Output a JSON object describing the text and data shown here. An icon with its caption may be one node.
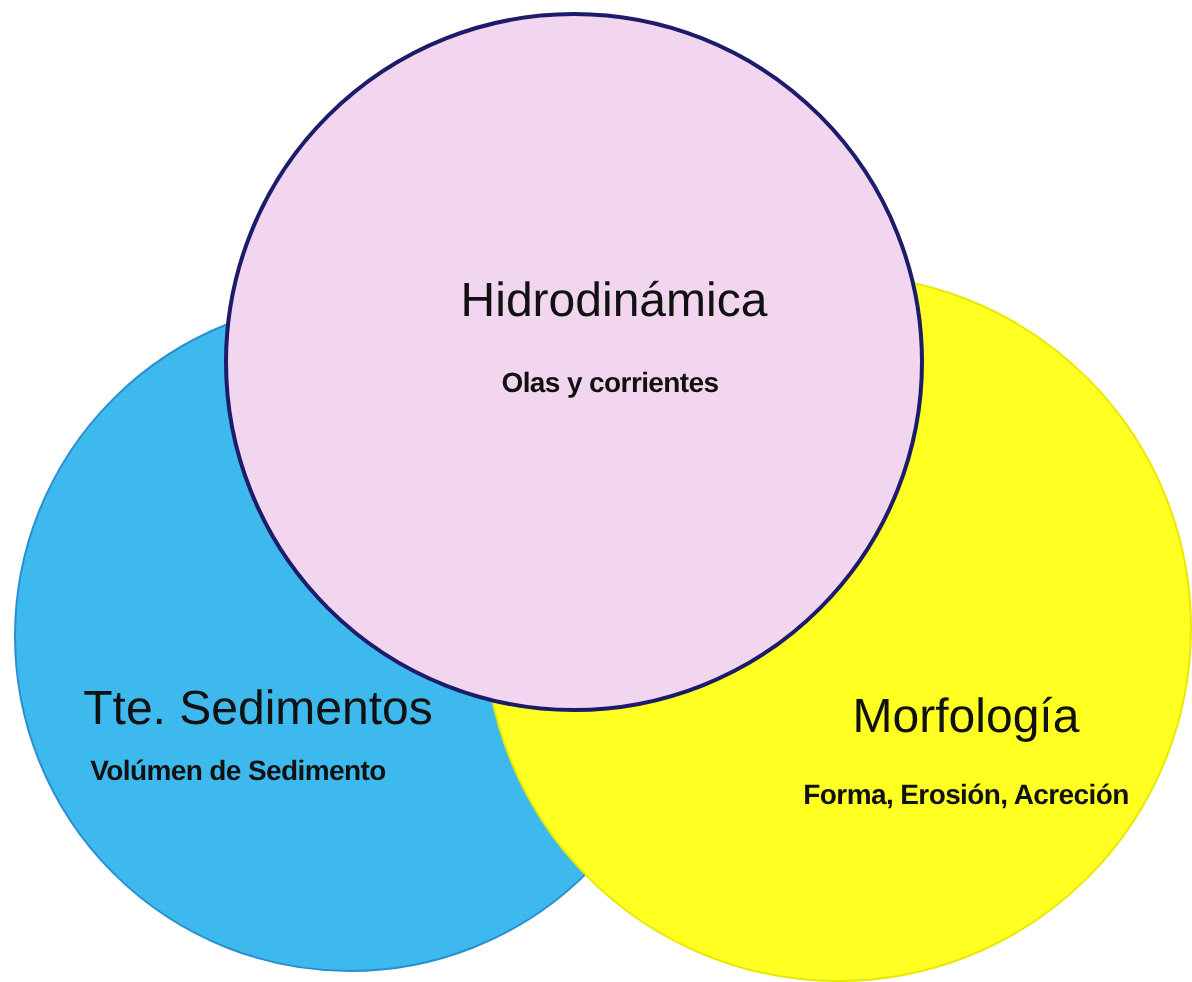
{
  "diagram": {
    "nodes": [
      {
        "text": [
          "Hidrodinámica",
          "Olas y corrientes"
        ]
      },
      {
        "text": [
          "Tte. Sedimentos",
          "Volúmen de Sedimento"
        ]
      },
      {
        "text": [
          "Morfología",
          "Forma, Erosión, Acreción"
        ]
      }
    ]
  }
}
